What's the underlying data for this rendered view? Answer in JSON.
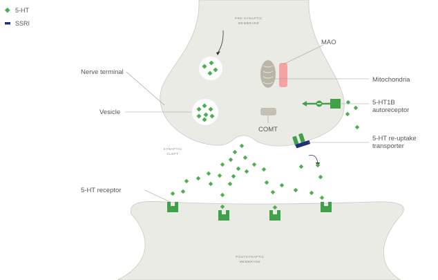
{
  "legend": [
    {
      "label": "5-HT",
      "color": "#4caf50",
      "marker": "diamond"
    },
    {
      "label": "SSRI",
      "color": "#1f2f7a",
      "marker": "bar"
    }
  ],
  "membranes": {
    "presynaptic_line1": "PRE-SYNAPTIC",
    "presynaptic_line2": "MEMBRANE",
    "postsynaptic_line1": "POSTSYNAPTIC",
    "postsynaptic_line2": "MEMBRANE",
    "cleft_line1": "SYNAPTIC",
    "cleft_line2": "CLEFT"
  },
  "labels": {
    "nerve_terminal": "Nerve terminal",
    "vesicle": "Vesicle",
    "mao": "MAO",
    "mitochondria": "Mitochondria",
    "comt": "COMT",
    "autoreceptor_line1": "5-HT1B",
    "autoreceptor_line2": "autoreceptor",
    "reuptake_line1": "5-HT re-uptake",
    "reuptake_line2": "transporter",
    "receptor": "5-HT receptor"
  },
  "colors": {
    "serotonin": "#4caf50",
    "receptor": "#3fa24a",
    "ssri": "#1f2f7a",
    "membrane_fill": "#ebebe6",
    "membrane_stroke": "#c9c9c3",
    "mitochondria": "#b9b6a8",
    "mao": "#f4a3a3",
    "comt": "#c4c1b4"
  }
}
